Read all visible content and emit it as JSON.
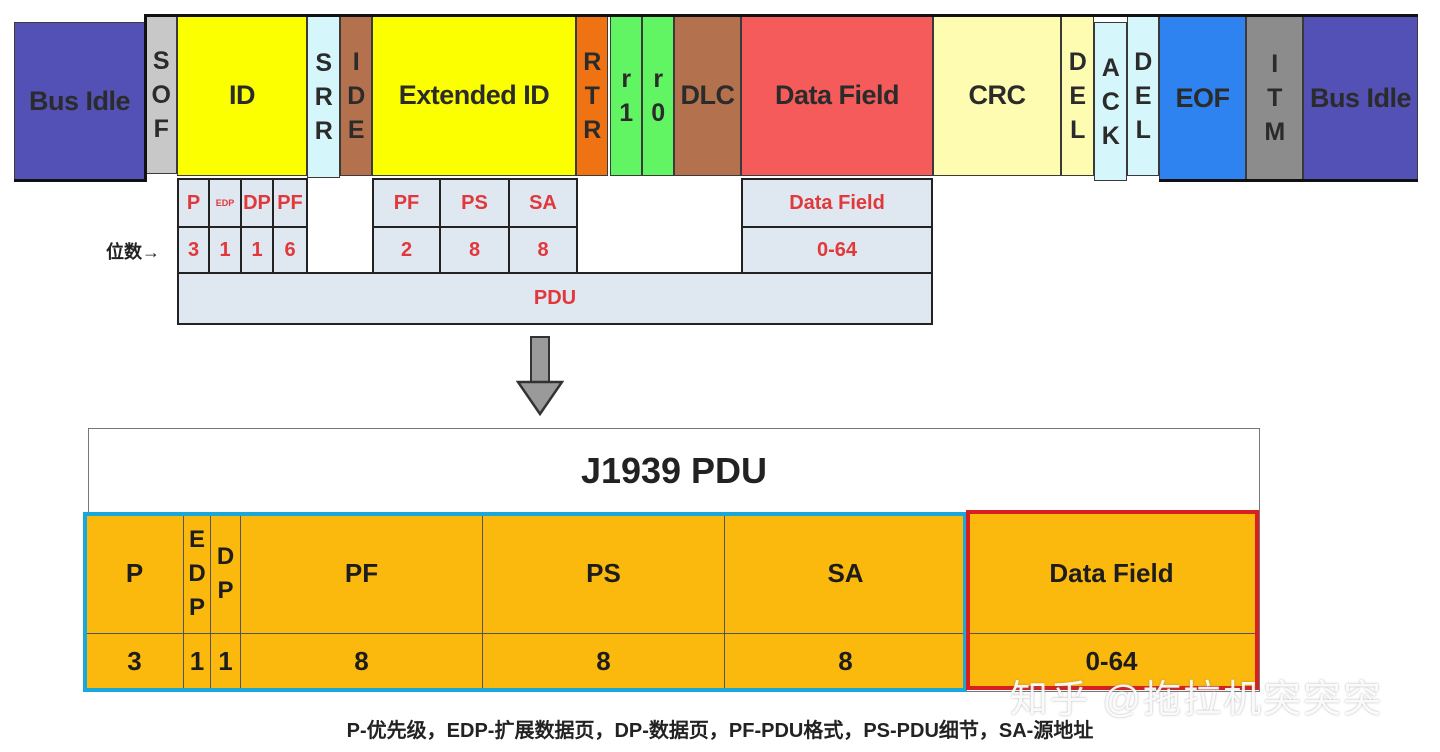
{
  "frame": {
    "segments": [
      {
        "key": "bus_idle_l",
        "label": "Bus Idle",
        "color": "#5351b5"
      },
      {
        "key": "sof",
        "label": "S\nO\nF",
        "color": "#c8c8c8"
      },
      {
        "key": "id",
        "label": "ID",
        "color": "#fbff00"
      },
      {
        "key": "srr",
        "label": "S\nR\nR",
        "color": "#d5f6fb"
      },
      {
        "key": "ide",
        "label": "I\nD\nE",
        "color": "#b3714e"
      },
      {
        "key": "ext_id",
        "label": "Extended ID",
        "color": "#fbff00"
      },
      {
        "key": "rtr",
        "label": "R\nT\nR",
        "color": "#f07313"
      },
      {
        "key": "r1",
        "label": "r\n1",
        "color": "#61f564"
      },
      {
        "key": "r0",
        "label": "r\n0",
        "color": "#61f564"
      },
      {
        "key": "dlc",
        "label": "DLC",
        "color": "#b3714e"
      },
      {
        "key": "data",
        "label": "Data Field",
        "color": "#f55b5b"
      },
      {
        "key": "crc",
        "label": "CRC",
        "color": "#fdfcb0"
      },
      {
        "key": "del1",
        "label": "D\nE\nL",
        "color": "#fdfcb0"
      },
      {
        "key": "ack",
        "label": "A\nC\nK",
        "color": "#d5f6fb"
      },
      {
        "key": "del2",
        "label": "D\nE\nL",
        "color": "#d5f6fb"
      },
      {
        "key": "eof",
        "label": "EOF",
        "color": "#2f83f0"
      },
      {
        "key": "itm",
        "label": "I\nT\nM",
        "color": "#8c8c8c"
      },
      {
        "key": "bus_idle_r",
        "label": "Bus Idle",
        "color": "#5351b5"
      }
    ]
  },
  "subfields": {
    "bits_label": "位数→",
    "id_names": [
      "P",
      "EDP",
      "DP",
      "PF"
    ],
    "id_bits": [
      "3",
      "1",
      "1",
      "6"
    ],
    "ext_names": [
      "PF",
      "PS",
      "SA"
    ],
    "ext_bits": [
      "2",
      "8",
      "8"
    ],
    "data_name": "Data Field",
    "data_bits": "0-64",
    "pdu_label": "PDU"
  },
  "j1939": {
    "title": "J1939 PDU",
    "fields": [
      {
        "name": "P",
        "bits": "3"
      },
      {
        "name": "E\nD\nP",
        "bits": "1"
      },
      {
        "name": "D\nP",
        "bits": "1"
      },
      {
        "name": "PF",
        "bits": "8"
      },
      {
        "name": "PS",
        "bits": "8"
      },
      {
        "name": "SA",
        "bits": "8"
      },
      {
        "name": "Data Field",
        "bits": "0-64"
      }
    ],
    "fill_color": "#fbb80d",
    "highlight_blue": "#1aa7d9",
    "highlight_red": "#d7201f"
  },
  "legend": "P-优先级，EDP-扩展数据页，DP-数据页，PF-PDU格式，PS-PDU细节，SA-源地址",
  "watermark": "知乎 @拖拉机突突突"
}
